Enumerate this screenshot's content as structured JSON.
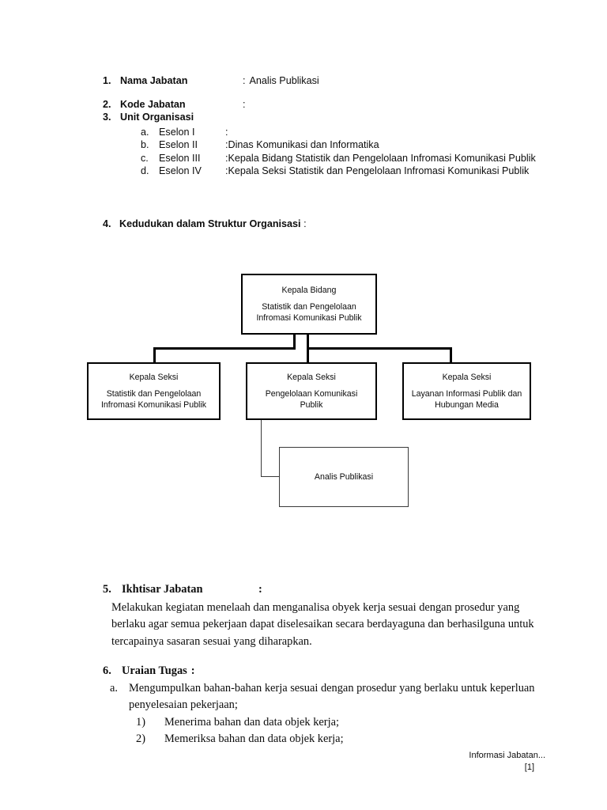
{
  "document": {
    "items": [
      {
        "number": "1.",
        "label": "Nama Jabatan",
        "colon": ":",
        "value": "Analis Publikasi"
      },
      {
        "number": "2.",
        "label": "Kode Jabatan",
        "colon": ":",
        "value": ""
      },
      {
        "number": "3.",
        "label": "Unit Organisasi",
        "subitems": [
          {
            "marker": "a.",
            "name": "Eselon I",
            "colon": ":",
            "value": ""
          },
          {
            "marker": "b.",
            "name": "Eselon II",
            "colon": ":",
            "value": "Dinas Komunikasi dan Informatika"
          },
          {
            "marker": "c.",
            "name": "Eselon III",
            "colon": ":",
            "value": "Kepala Bidang Statistik dan Pengelolaan Infromasi Komunikasi Publik"
          },
          {
            "marker": "d.",
            "name": "Eselon IV",
            "colon": ":",
            "value": "Kepala Seksi Statistik dan Pengelolaan Infromasi Komunikasi Publik"
          }
        ]
      }
    ],
    "section4": {
      "number": "4.",
      "label": "Kedudukan dalam Struktur Organisasi",
      "colon": ":"
    },
    "section5": {
      "number": "5.",
      "label": "Ikhtisar Jabatan",
      "colon": ":",
      "body": "Melakukan kegiatan menelaah dan menganalisa obyek kerja sesuai dengan prosedur yang berlaku agar semua pekerjaan dapat diselesaikan secara berdayaguna dan berhasilguna untuk tercapainya sasaran sesuai yang diharapkan."
    },
    "section6": {
      "number": "6.",
      "label": "Uraian Tugas",
      "colon": ":",
      "tasks": [
        {
          "marker": "a.",
          "text": "Mengumpulkan bahan-bahan kerja sesuai dengan prosedur yang berlaku untuk keperluan penyelesaian pekerjaan;",
          "subtasks": [
            {
              "marker": "1)",
              "text": "Menerima bahan dan data objek kerja;"
            },
            {
              "marker": "2)",
              "text": "Memeriksa bahan dan data objek kerja;"
            }
          ]
        }
      ]
    },
    "footer": {
      "text": "Informasi Jabatan...",
      "page": "[1]"
    }
  },
  "org_chart": {
    "root": {
      "title": "Kepala Bidang",
      "subtitle": "Statistik dan Pengelolaan Infromasi Komunikasi Publik"
    },
    "children": [
      {
        "title": "Kepala Seksi",
        "subtitle": "Statistik dan Pengelolaan Infromasi Komunikasi Publik"
      },
      {
        "title": "Kepala Seksi",
        "subtitle": "Pengelolaan Komunikasi Publik"
      },
      {
        "title": "Kepala Seksi",
        "subtitle": "Layanan Informasi Publik dan Hubungan Media"
      }
    ],
    "leaf": {
      "title": "Analis Publikasi"
    }
  }
}
